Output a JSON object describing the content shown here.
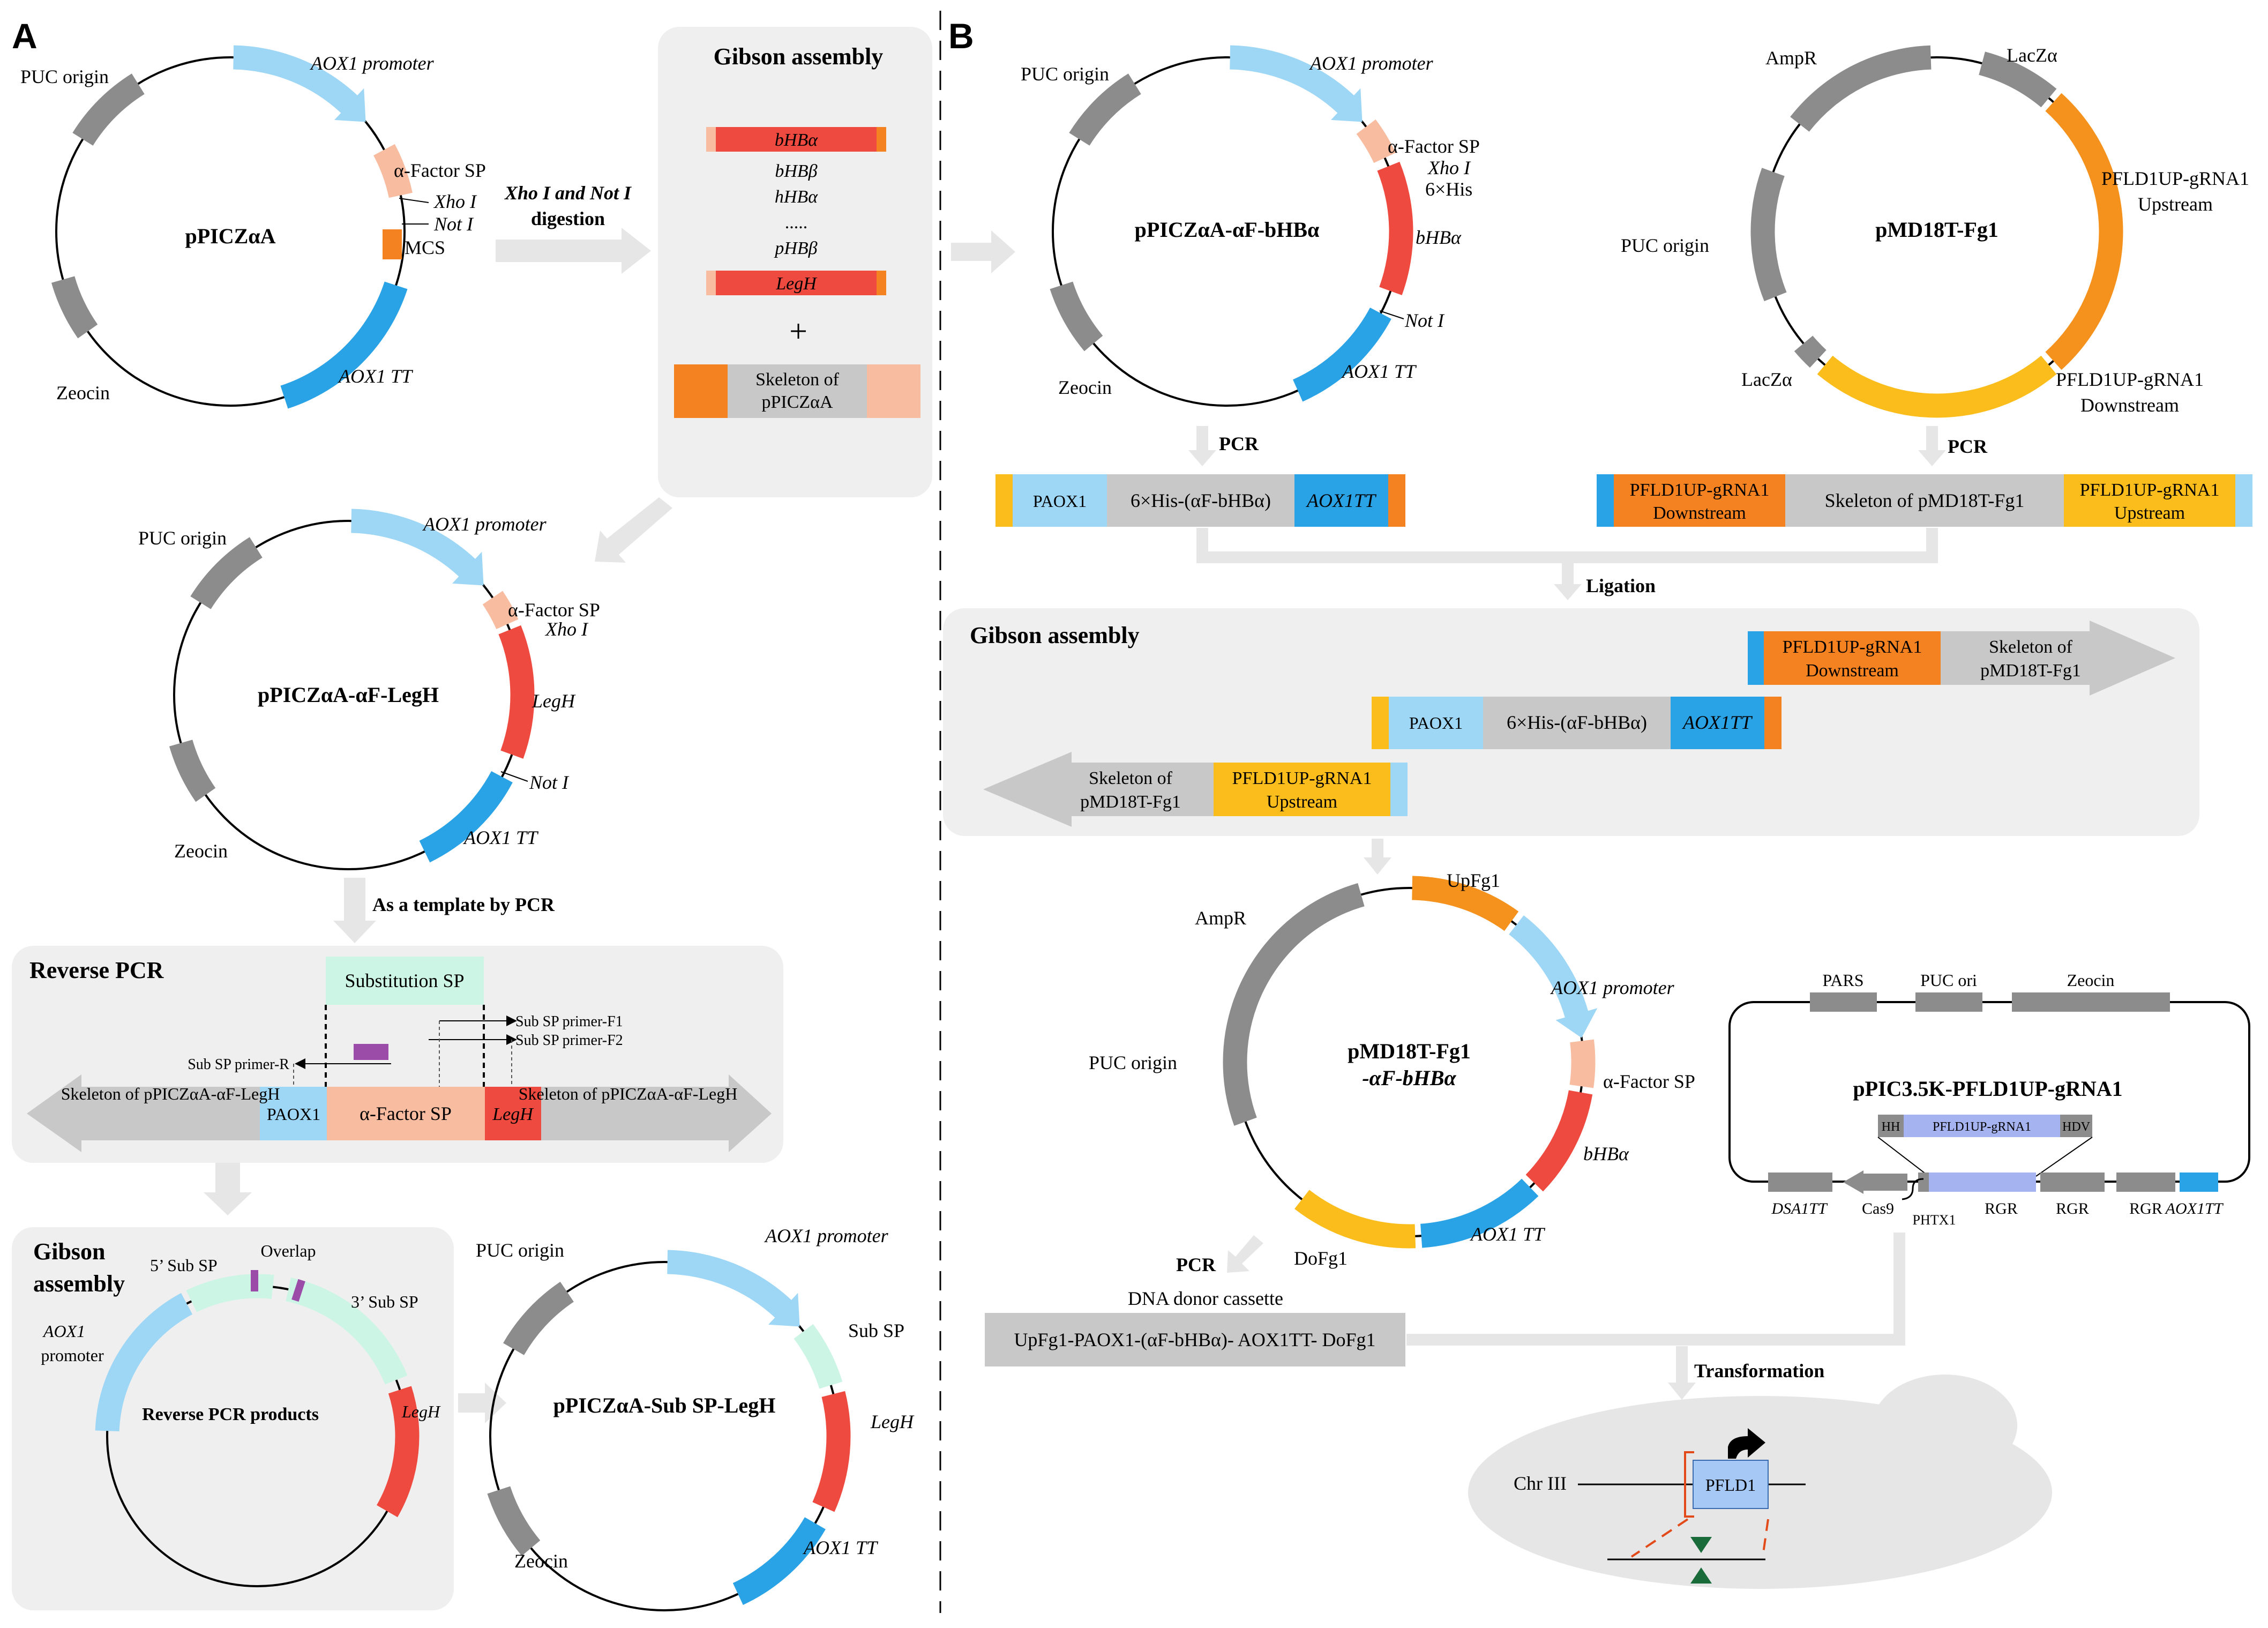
{
  "panel_a": {
    "label": "A",
    "plasmid1": {
      "name": "pPICZαA",
      "puc": "PUC origin",
      "aox_promoter": "AOX1 promoter",
      "af_sp": "α-Factor SP",
      "xho": "Xho I",
      "not": "Not I",
      "mcs": "MCS",
      "zeocin": "Zeocin",
      "aox_tt": "AOX1 TT"
    },
    "digestion": {
      "line1": "Xho I and Not I",
      "line2": "digestion"
    },
    "gibson1": {
      "title": "Gibson assembly",
      "genes": [
        "bHBα",
        "bHBβ",
        "hHBα",
        ".....",
        "pHBβ",
        "LegH"
      ],
      "plus": "+",
      "skeleton": "Skeleton of pPICZαA"
    },
    "plasmid2": {
      "name": "pPICZαA-αF-LegH",
      "puc": "PUC origin",
      "aox_promoter": "AOX1 promoter",
      "af_sp": "α-Factor SP",
      "xho": "Xho I",
      "legh": "LegH",
      "not": "Not I",
      "zeocin": "Zeocin",
      "aox_tt": "AOX1 TT"
    },
    "template_label": "As a template by PCR",
    "reverse_pcr": {
      "title": "Reverse PCR",
      "sub_sp": "Substitution SP",
      "primer_f1": "Sub SP primer-F1",
      "primer_f2": "Sub SP primer-F2",
      "primer_r": "Sub SP primer-R",
      "skeleton_left": "Skeleton of pPICZαA-αF-LegH",
      "paox": "PAOX1",
      "af_sp": "α-Factor SP",
      "legh": "LegH",
      "skeleton_right": "Skeleton of pPICZαA-αF-LegH"
    },
    "gibson2": {
      "title": "Gibson assembly",
      "sub5": "5’ Sub SP",
      "overlap": "Overlap",
      "sub3": "3’ Sub SP",
      "aox_promoter": "AOX1 promoter",
      "products": "Reverse PCR products",
      "legh": "LegH"
    },
    "plasmid3": {
      "name": "pPICZαA-Sub SP-LegH",
      "puc": "PUC origin",
      "aox_promoter": "AOX1 promoter",
      "sub_sp": "Sub SP",
      "legh": "LegH",
      "zeocin": "Zeocin",
      "aox_tt": "AOX1 TT"
    }
  },
  "panel_b": {
    "label": "B",
    "plasmid4": {
      "name": "pPICZαA-αF-bHBα",
      "puc": "PUC origin",
      "aox_promoter": "AOX1 promoter",
      "af_sp": "α-Factor SP",
      "xho": "Xho I",
      "his": "6×His",
      "bhba": "bHBα",
      "not": "Not I",
      "zeocin": "Zeocin",
      "aox_tt": "AOX1 TT"
    },
    "plasmid5": {
      "name": "pMD18T-Fg1",
      "ampr": "AmpR",
      "lacz_top": "LacZα",
      "up1": "PFLD1UP-gRNA1",
      "up2": "Upstream",
      "puc": "PUC origin",
      "lacz_bottom": "LacZα",
      "down1": "PFLD1UP-gRNA1",
      "down2": "Downstream"
    },
    "pcr": "PCR",
    "frag1": {
      "paox": "PAOX1",
      "mid": "6×His-(αF-bHBα)",
      "tt": "AOX1TT"
    },
    "frag2": {
      "down1": "PFLD1UP-gRNA1",
      "down2": "Downstream",
      "mid": "Skeleton of pMD18T-Fg1",
      "up1": "PFLD1UP-gRNA1",
      "up2": "Upstream"
    },
    "ligation": "Ligation",
    "gibson3": {
      "title": "Gibson assembly",
      "down1": "PFLD1UP-gRNA1",
      "down2": "Downstream",
      "skel_r1": "Skeleton of",
      "skel_r2": "pMD18T-Fg1",
      "paox": "PAOX1",
      "mid": "6×His-(αF-bHBα)",
      "tt": "AOX1TT",
      "skel_l1": "Skeleton of",
      "skel_l2": "pMD18T-Fg1",
      "up1": "PFLD1UP-gRNA1",
      "up2": "Upstream"
    },
    "plasmid6": {
      "name1": "pMD18T-Fg1",
      "name2": "-αF-bHBα",
      "ampr": "AmpR",
      "upfg1": "UpFg1",
      "aox_promoter": "AOX1 promoter",
      "puc": "PUC origin",
      "af_sp": "α-Factor SP",
      "bhba": "bHBα",
      "aox_tt": "AOX1 TT",
      "dofg1": "DoFg1"
    },
    "pcr2": "PCR",
    "donor": {
      "title": "DNA donor cassette",
      "text": "UpFg1-PAOX1-(αF-bHBα)- AOX1TT- DoFg1"
    },
    "pic": {
      "name": "pPIC3.5K-PFLD1UP-gRNA1",
      "pars": "PARS",
      "puc": "PUC ori",
      "zeocin": "Zeocin",
      "hh": "HH",
      "grna": "PFLD1UP-gRNA1",
      "hdv": "HDV",
      "dsa": "DSA1TT",
      "cas9": "Cas9",
      "phtx": "PHTX1",
      "rgr": "RGR",
      "aox_tt": "AOX1TT"
    },
    "transformation": "Transformation",
    "chr": {
      "label": "Chr III",
      "pfld": "PFLD1"
    }
  },
  "colors": {
    "gray": "#8c8c8c",
    "light_blue": "#9ed7f5",
    "blue": "#2aa3e6",
    "red": "#ef4a3f",
    "peach": "#f8bca0",
    "orange": "#f58220",
    "gold": "#fbbd1c",
    "dark_orange": "#f5921e",
    "mint": "#ccf5e6",
    "purple": "#9b4ca8",
    "panel_bg": "#efefef"
  }
}
